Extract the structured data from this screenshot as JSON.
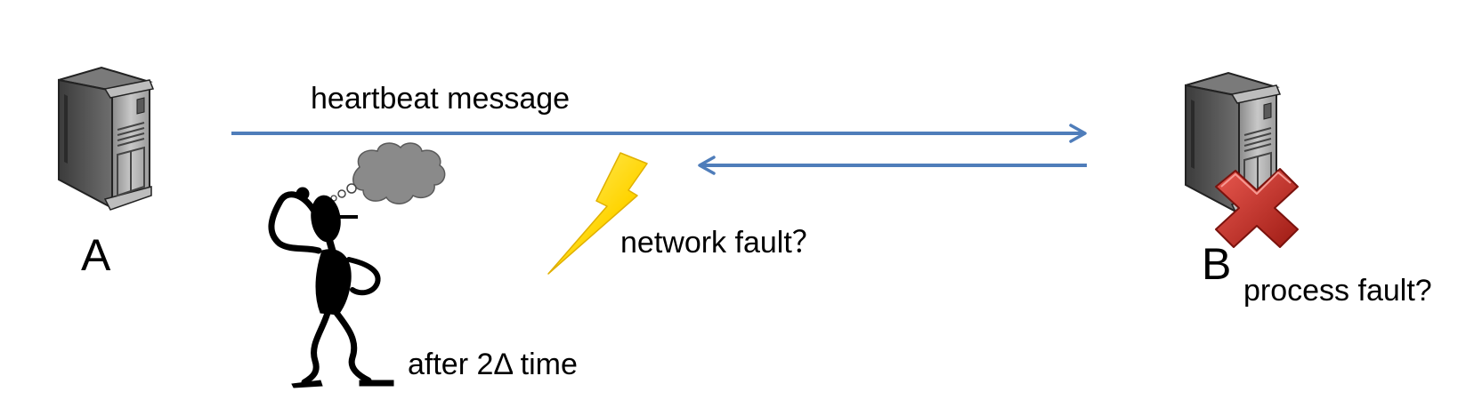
{
  "diagram": {
    "node_a": {
      "label": "A",
      "icon": "server-tower-icon"
    },
    "node_b": {
      "label": "B",
      "icon": "server-tower-icon",
      "status_icon": "red-x-failure-icon"
    },
    "message_label": "heartbeat message",
    "network_fault_label": "network fault？",
    "process_fault_label": "process fault?",
    "timeout_label": "after 2Δ time",
    "edges": [
      {
        "from": "A",
        "to": "B",
        "label": "heartbeat message",
        "direction": "forward"
      },
      {
        "from": "B",
        "to": "A",
        "label": "",
        "direction": "return",
        "interrupted_by": "lightning-bolt-icon"
      }
    ],
    "decorations": [
      "thinking-person-icon",
      "thought-cloud-icon",
      "lightning-bolt-icon"
    ],
    "colors": {
      "arrow": "#4F7DBA",
      "server_body": "#5c5c5c",
      "server_front": "#a9a9a9",
      "fault_cross": "#c9271f",
      "lightning": "#ffd400",
      "cloud": "#8a8a8a",
      "text": "#000000"
    }
  }
}
